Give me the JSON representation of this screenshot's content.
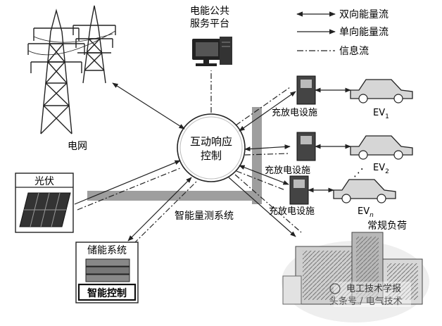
{
  "legend": {
    "bidirectional": "双向能量流",
    "unidirectional": "单向能量流",
    "information": "信息流"
  },
  "platform": {
    "line1": "电能公共",
    "line2": "服务平台"
  },
  "grid_label": "电网",
  "center": {
    "line1": "互动响应",
    "line2": "控制"
  },
  "smart_meter_label": "智能量测系统",
  "pv_label": "光伏",
  "storage": {
    "label": "储能系统",
    "control_label": "智能控制"
  },
  "chargers": [
    {
      "label": "充放电设施",
      "ev": "EV",
      "ev_sub": "1"
    },
    {
      "label": "充放电设施",
      "ev": "EV",
      "ev_sub": "2"
    },
    {
      "label": "充放电设施",
      "ev": "EV",
      "ev_sub": "n"
    }
  ],
  "ellipsis": "⋰",
  "load_label": "常规负荷",
  "watermark": {
    "line1": "电工技术学报",
    "line2": "头条号 / 电气技术"
  },
  "colors": {
    "line": "#222222",
    "bus": "#9e9e9e",
    "panel": "#333333",
    "circle": "#e6e6e6"
  }
}
